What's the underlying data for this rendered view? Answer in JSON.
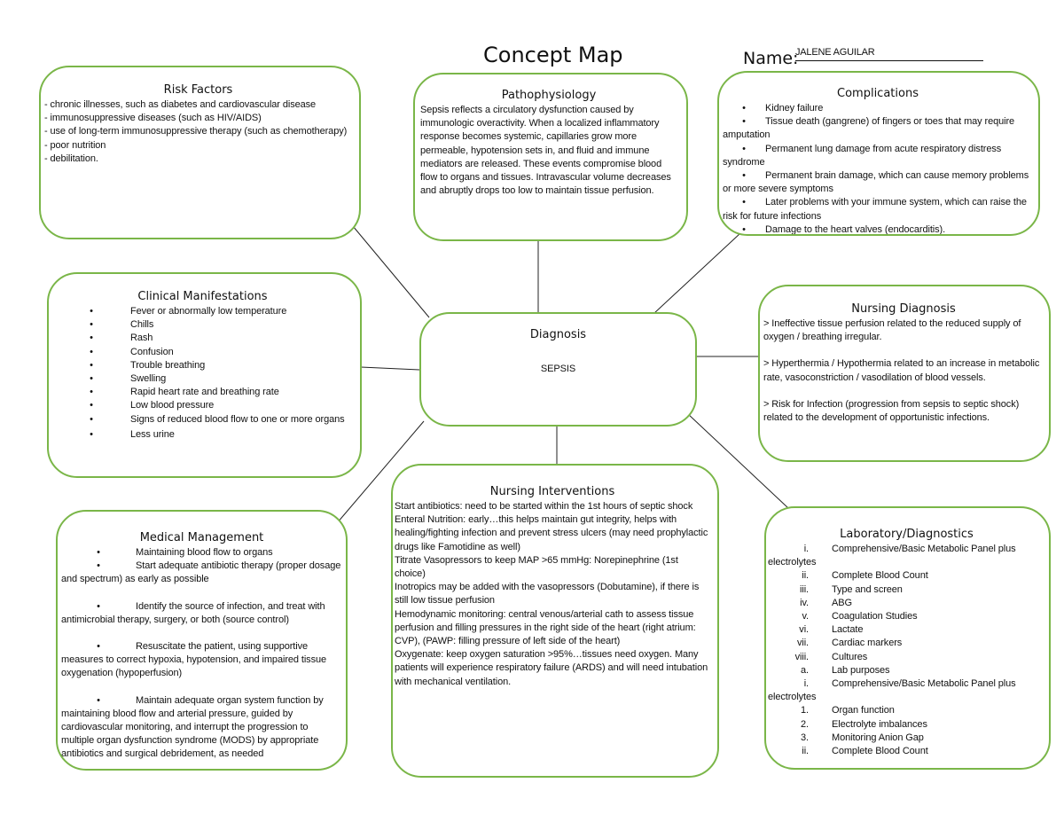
{
  "header": {
    "title": "Concept Map",
    "name_label": "Name:",
    "name_value": "JALENE AGUILAR"
  },
  "theme": {
    "box_border": "#7ab648",
    "line_color": "#222222"
  },
  "risk_factors": {
    "title": "Risk Factors",
    "items": [
      "- chronic illnesses, such as diabetes and cardiovascular disease",
      "- immunosuppressive diseases (such as HIV/AIDS)",
      "- use of long-term immunosuppressive therapy (such as chemotherapy)",
      "- poor nutrition",
      "- debilitation."
    ]
  },
  "pathophysiology": {
    "title": "Pathophysiology",
    "text": "Sepsis reflects a circulatory dysfunction caused by immunologic overactivity. When a localized inflammatory response becomes systemic, capillaries grow more permeable, hypotension sets in, and fluid and immune mediators are released. These events compromise blood flow to organs and tissues. Intravascular volume decreases and abruptly drops too low to maintain tissue perfusion."
  },
  "complications": {
    "title": "Complications",
    "items": [
      "Kidney failure",
      "Tissue death (gangrene) of fingers or toes that may require amputation",
      "Permanent lung damage from acute respiratory distress syndrome",
      "Permanent brain damage, which can cause memory problems or more severe symptoms",
      "Later problems with your immune system, which can raise the risk for future infections",
      "Damage to the heart valves (endocarditis)."
    ]
  },
  "clinical_manifestations": {
    "title": "Clinical Manifestations",
    "items": [
      "Fever or abnormally low temperature",
      "Chills",
      "Rash",
      "Confusion",
      "Trouble breathing",
      "Swelling",
      "Rapid heart rate and breathing rate",
      "Low blood pressure",
      "Signs of reduced blood flow to one or more organs",
      "Less urine"
    ]
  },
  "diagnosis": {
    "title": "Diagnosis",
    "value": "SEPSIS"
  },
  "nursing_diagnosis": {
    "title": "Nursing Diagnosis",
    "items": [
      "> Ineffective tissue perfusion related to the reduced supply of oxygen / breathing irregular.",
      "> Hyperthermia / Hypothermia related to an increase in metabolic rate, vasoconstriction / vasodilation of blood vessels.",
      "> Risk for Infection (progression from sepsis to septic shock) related to the development of opportunistic infections."
    ]
  },
  "medical_management": {
    "title": "Medical Management",
    "items": [
      "Maintaining blood flow to organs",
      "Start adequate antibiotic therapy (proper dosage and spectrum) as early as possible",
      "Identify the source of infection, and treat with antimicrobial therapy, surgery, or both (source control)",
      "Resuscitate the patient, using supportive measures to correct hypoxia, hypotension, and impaired tissue oxygenation (hypoperfusion)",
      "Maintain adequate organ system function by maintaining blood flow and arterial pressure, guided by cardiovascular monitoring, and interrupt the progression to multiple organ dysfunction syndrome (MODS) by appropriate antibiotics and surgical debridement, as needed"
    ]
  },
  "nursing_interventions": {
    "title": "Nursing Interventions",
    "items": [
      "Start antibiotics: need to be started within the 1st hours of septic shock",
      "Enteral Nutrition: early…this helps maintain gut integrity, helps with healing/fighting infection and prevent stress ulcers (may need prophylactic drugs like Famotidine as well)",
      "Titrate Vasopressors to keep MAP >65 mmHg: Norepinephrine (1st choice)",
      "Inotropics may be added with the vasopressors (Dobutamine), if there is still low tissue perfusion",
      "Hemodynamic monitoring: central venous/arterial cath to assess tissue perfusion and filling pressures in the right side of the heart (right atrium: CVP), (PAWP: filling pressure of left side of the heart)",
      "Oxygenate: keep oxygen saturation >95%…tissues need oxygen. Many patients will experience respiratory failure (ARDS) and will need intubation with mechanical ventilation."
    ]
  },
  "laboratory": {
    "title": "Laboratory/Diagnostics",
    "items": [
      {
        "marker": "i.",
        "text": "Comprehensive/Basic Metabolic Panel plus electrolytes"
      },
      {
        "marker": "ii.",
        "text": "Complete Blood Count"
      },
      {
        "marker": "iii.",
        "text": "Type and screen"
      },
      {
        "marker": "iv.",
        "text": "ABG"
      },
      {
        "marker": "v.",
        "text": "Coagulation Studies"
      },
      {
        "marker": "vi.",
        "text": "Lactate"
      },
      {
        "marker": "vii.",
        "text": "Cardiac markers"
      },
      {
        "marker": "viii.",
        "text": "Cultures"
      },
      {
        "marker": "a.",
        "text": "Lab purposes"
      },
      {
        "marker": "i.",
        "text": "Comprehensive/Basic Metabolic Panel plus electrolytes"
      },
      {
        "marker": "1.",
        "text": "Organ function"
      },
      {
        "marker": "2.",
        "text": "Electrolyte imbalances"
      },
      {
        "marker": "3.",
        "text": "Monitoring Anion Gap"
      },
      {
        "marker": "ii.",
        "text": "Complete Blood Count"
      }
    ]
  }
}
